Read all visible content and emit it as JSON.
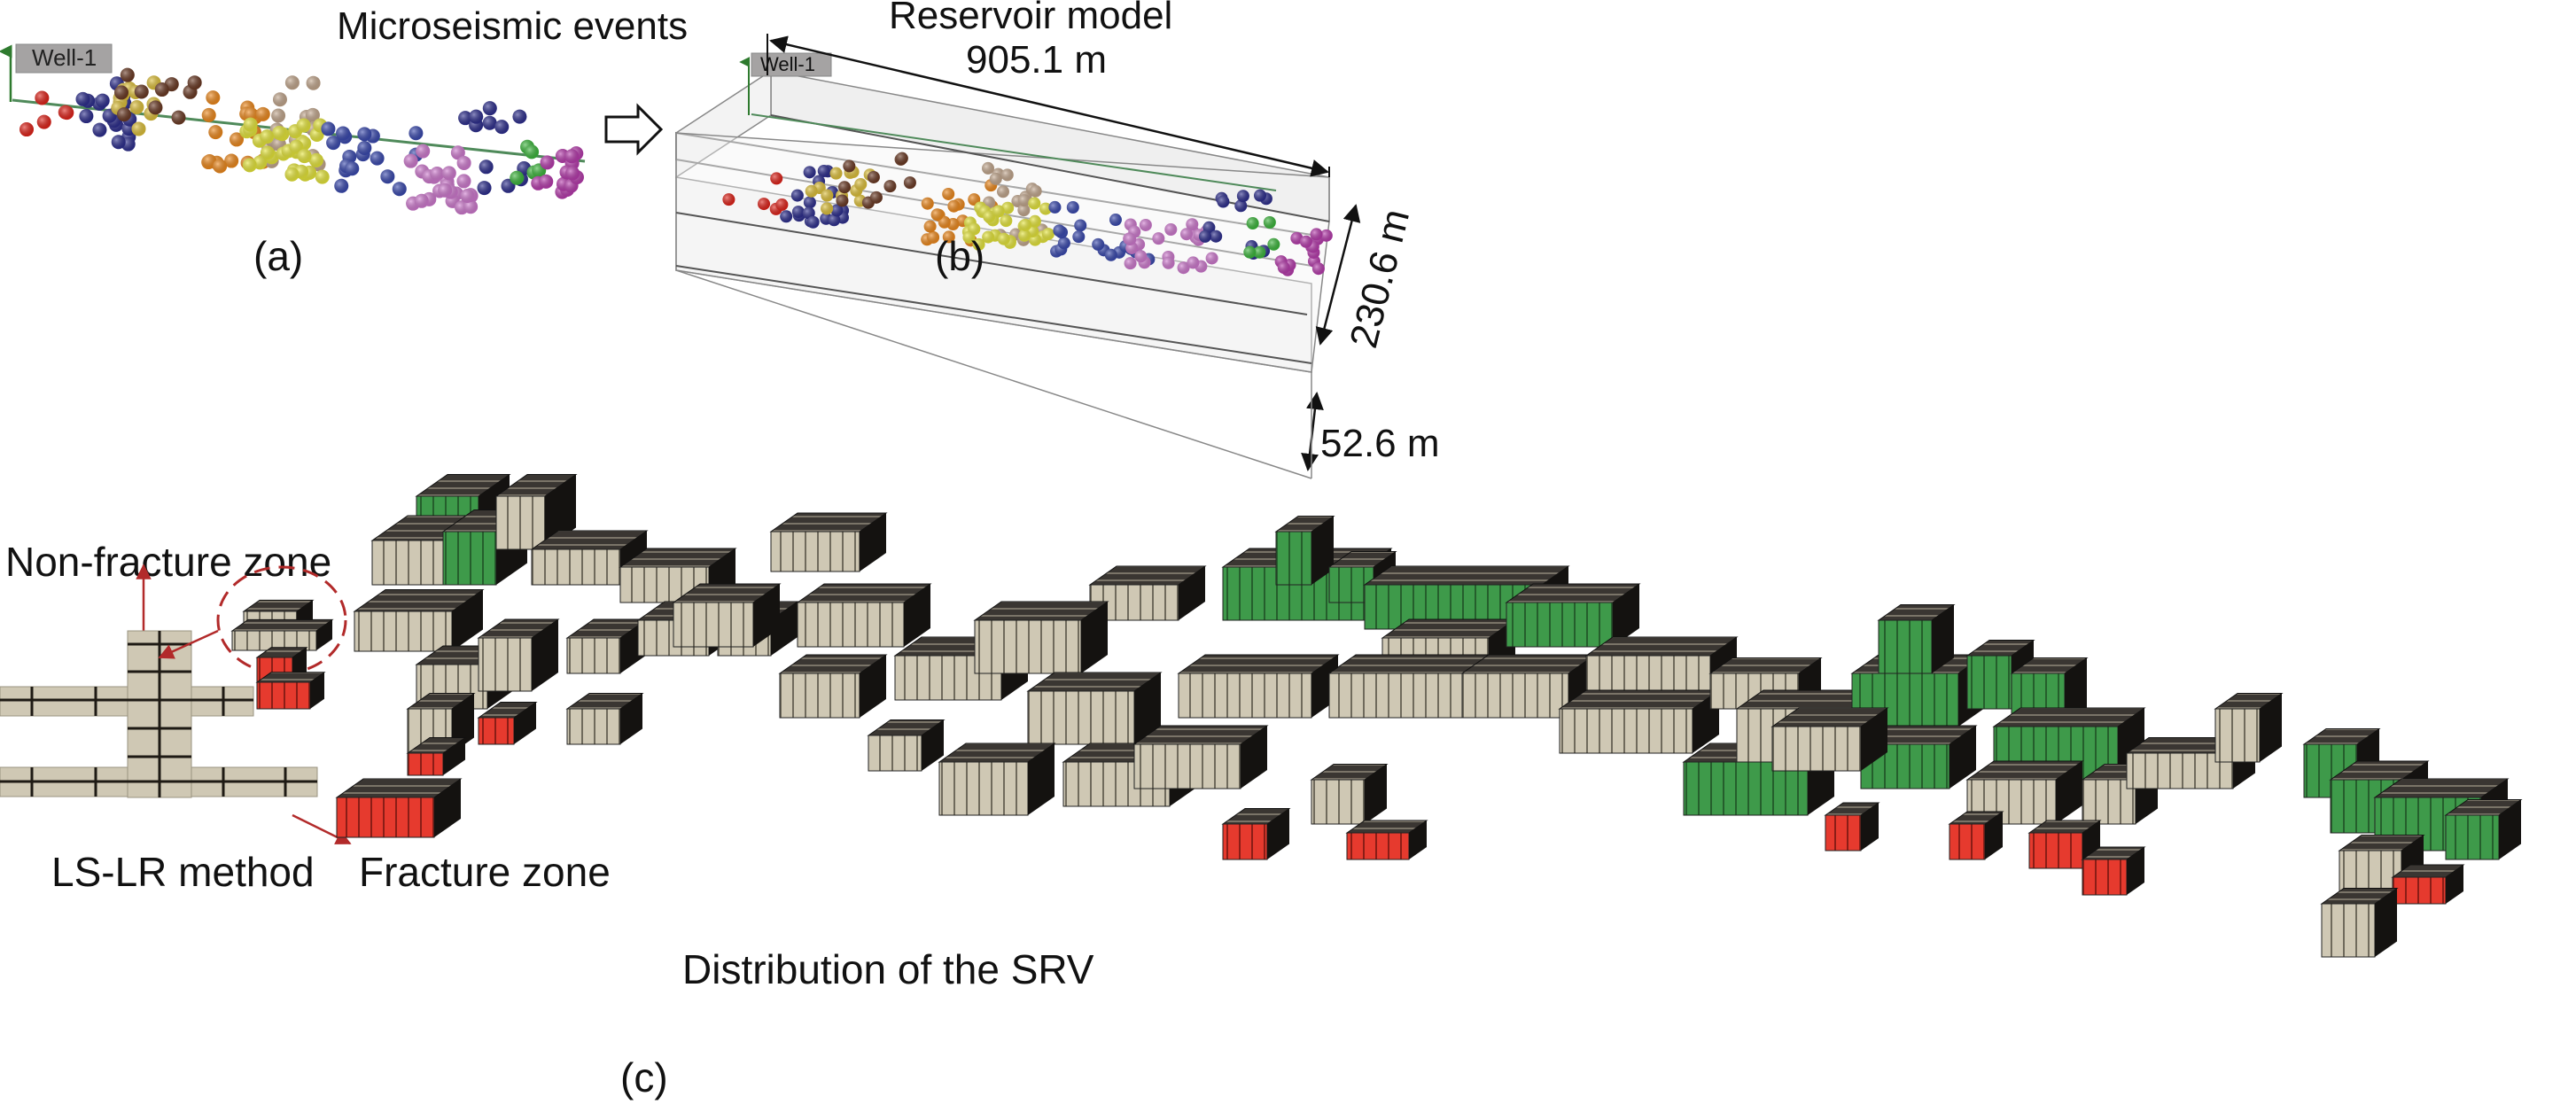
{
  "panel_a": {
    "title": "Microseismic events",
    "panel_label": "(a)",
    "well_label": "Well-1"
  },
  "panel_b": {
    "title": "Reservoir model",
    "panel_label": "(b)",
    "well_label": "Well-1",
    "dimensions": {
      "length": "905.1 m",
      "width": "230.6 m",
      "height": "52.6 m"
    }
  },
  "panel_c": {
    "panel_label": "(c)",
    "method_label": "LS-LR method",
    "non_fracture_label": "Non-fracture zone",
    "fracture_label": "Fracture zone",
    "srv_label": "Distribution of the SRV"
  },
  "event_groups": [
    {
      "name": "stage-red",
      "color": "#e2231a"
    },
    {
      "name": "stage-navy",
      "color": "#2e2f8f"
    },
    {
      "name": "stage-gold",
      "color": "#e0c23a"
    },
    {
      "name": "stage-brown",
      "color": "#6b3a24"
    },
    {
      "name": "stage-orange",
      "color": "#f08a1c"
    },
    {
      "name": "stage-tan",
      "color": "#c4a88e"
    },
    {
      "name": "stage-yellow",
      "color": "#e8e83a"
    },
    {
      "name": "stage-blue",
      "color": "#3a4ab0"
    },
    {
      "name": "stage-violet",
      "color": "#d07ad0"
    },
    {
      "name": "stage-green",
      "color": "#3cb83c"
    },
    {
      "name": "stage-magenta",
      "color": "#b83cae"
    }
  ],
  "zone_colors": {
    "non_fracture": "#cfc8b4",
    "fracture": "#e63a2e",
    "srv_upper": "#3e9a4a",
    "dark_edge": "#1a1a1a",
    "annotation": "#b22a2a"
  }
}
